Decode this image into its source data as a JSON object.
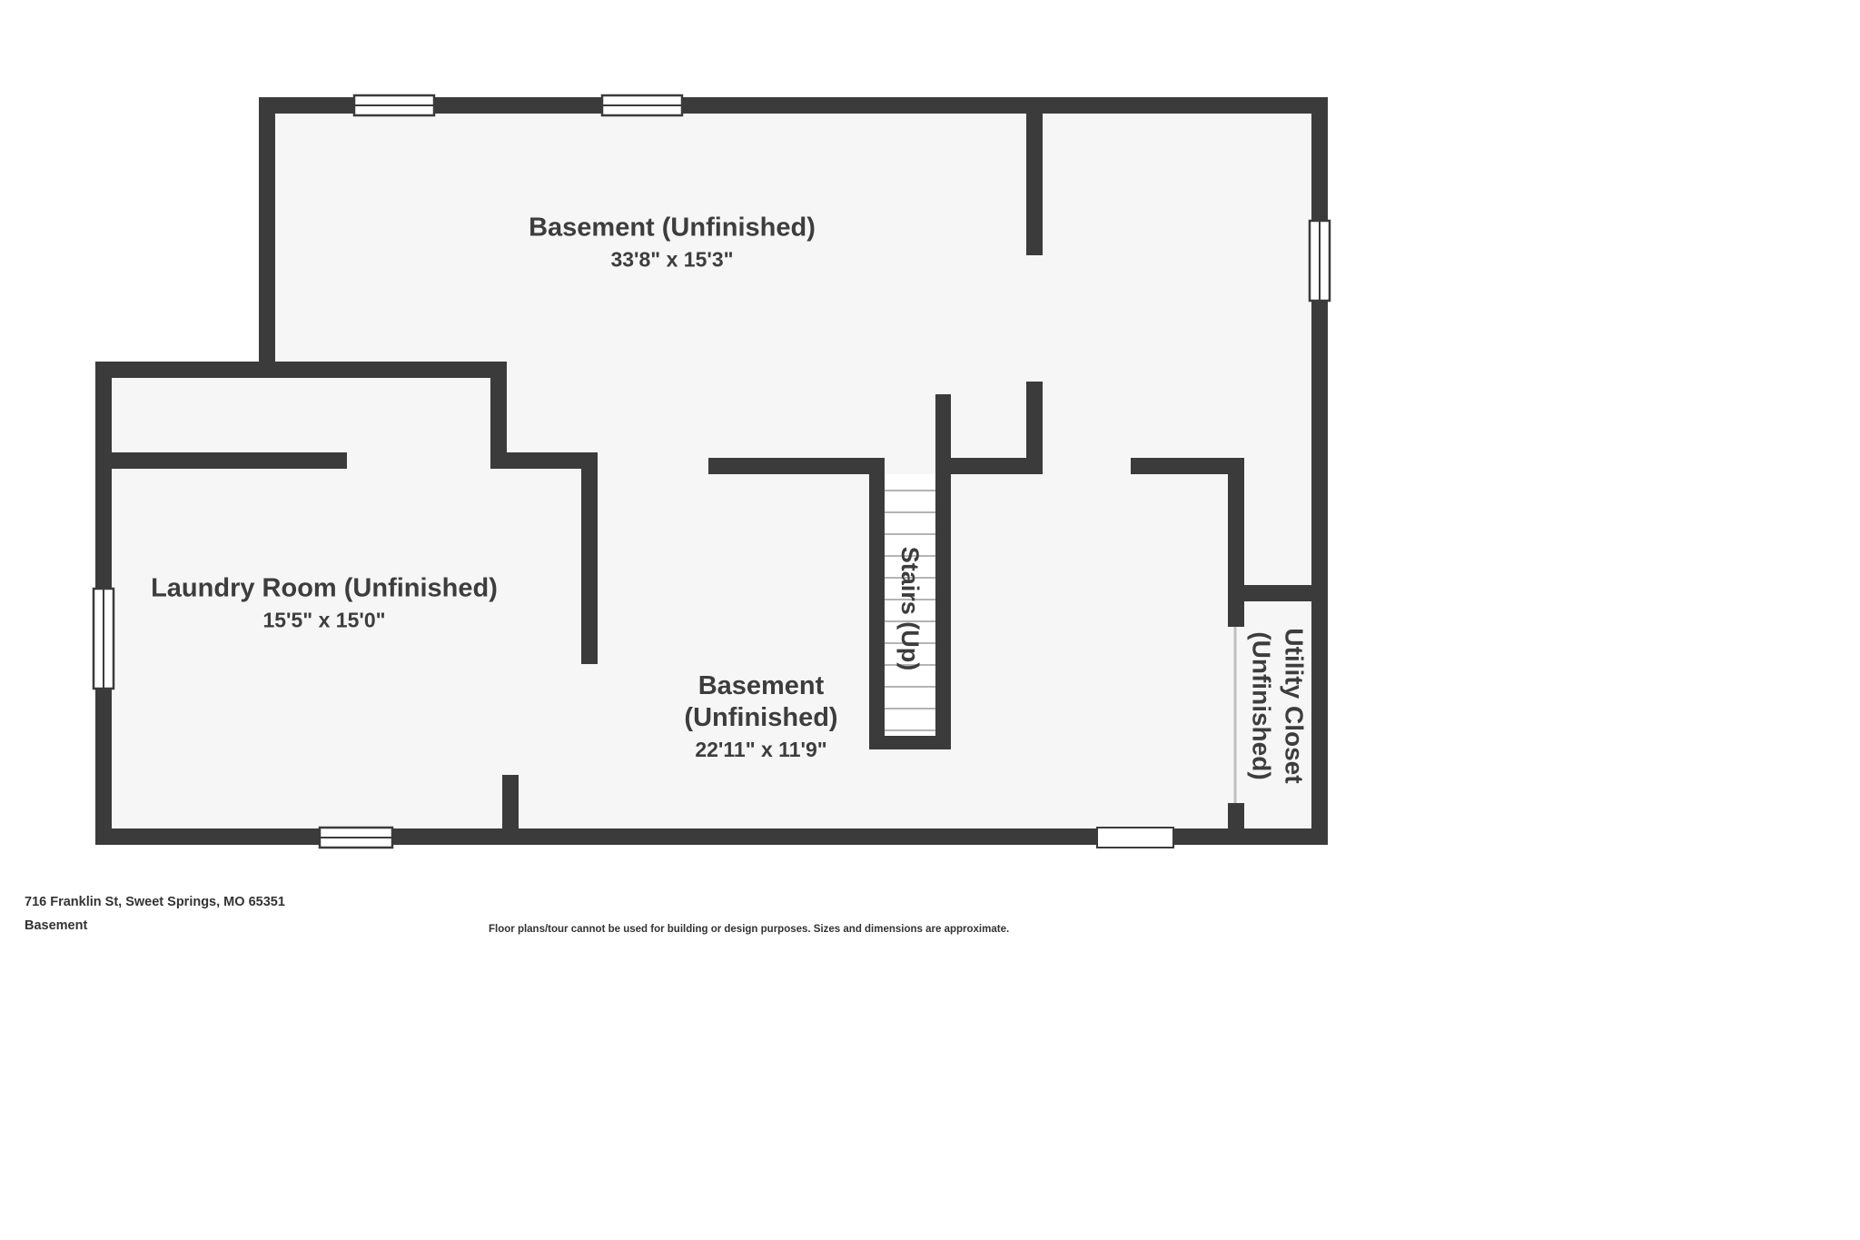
{
  "colors": {
    "wall": "#3b3b3b",
    "room_fill": "#f6f6f6",
    "text": "#3d3d3d"
  },
  "floor_plan": {
    "rooms": {
      "basement_top": {
        "name": "Basement (Unfinished)",
        "dimensions": "33'8\" x 15'3\""
      },
      "laundry": {
        "name": "Laundry Room (Unfinished)",
        "dimensions": "15'5\" x 15'0\""
      },
      "basement_lower": {
        "name_line1": "Basement",
        "name_line2": "(Unfinished)",
        "dimensions": "22'11\" x 11'9\""
      },
      "stairs": {
        "name": "Stairs (Up)"
      },
      "utility_closet": {
        "name_line1": "Utility Closet",
        "name_line2": "(Unfinished)"
      }
    }
  },
  "footer": {
    "address": "716 Franklin St, Sweet Springs, MO 65351",
    "floor_label": "Basement",
    "disclaimer": "Floor plans/tour cannot be used for building or design purposes. Sizes and dimensions are approximate."
  }
}
